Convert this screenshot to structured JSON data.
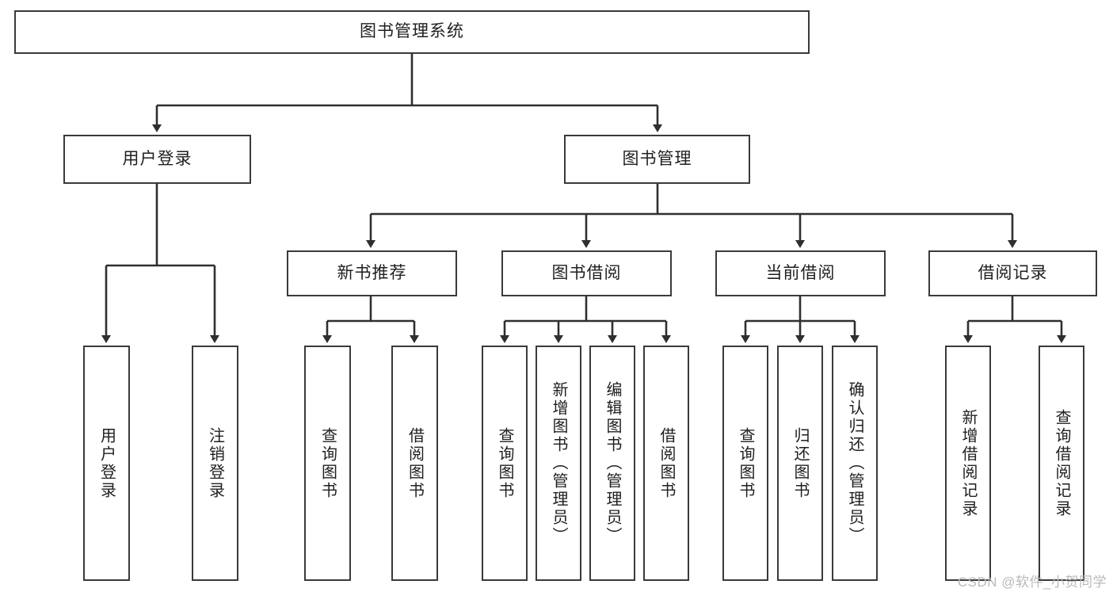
{
  "diagram": {
    "type": "tree-hierarchy-flowchart",
    "title": "图书管理系统",
    "colors": {
      "box_border": "#3a3a3a",
      "box_fill": "#ffffff",
      "connector": "#2f2f2f",
      "text": "#1f1f1f",
      "watermark": "#b9b9b9",
      "background": "#ffffff"
    },
    "nodes": {
      "root": {
        "label": "图书管理系统",
        "level": 1
      },
      "level2": [
        {
          "id": "user-login",
          "label": "用户登录"
        },
        {
          "id": "book-management",
          "label": "图书管理"
        }
      ],
      "level3": [
        {
          "id": "new-book-recommend",
          "label": "新书推荐"
        },
        {
          "id": "book-borrow",
          "label": "图书借阅"
        },
        {
          "id": "current-borrow",
          "label": "当前借阅"
        },
        {
          "id": "borrow-record",
          "label": "借阅记录"
        }
      ],
      "leaves": {
        "user-login": [
          {
            "id": "leaf-user-login",
            "label": "用户登录"
          },
          {
            "id": "leaf-logout",
            "label": "注销登录"
          }
        ],
        "new-book-recommend": [
          {
            "id": "leaf-query-book-1",
            "label": "查询图书"
          },
          {
            "id": "leaf-borrow-book-1",
            "label": "借阅图书"
          }
        ],
        "book-borrow": [
          {
            "id": "leaf-query-book-2",
            "label": "查询图书"
          },
          {
            "id": "leaf-add-book",
            "label": "新增图书（管理员）"
          },
          {
            "id": "leaf-edit-book",
            "label": "编辑图书（管理员）"
          },
          {
            "id": "leaf-borrow-book-2",
            "label": "借阅图书"
          }
        ],
        "current-borrow": [
          {
            "id": "leaf-query-book-3",
            "label": "查询图书"
          },
          {
            "id": "leaf-return-book",
            "label": "归还图书"
          },
          {
            "id": "leaf-confirm-return",
            "label": "确认归还（管理员）"
          }
        ],
        "borrow-record": [
          {
            "id": "leaf-add-record",
            "label": "新增借阅记录"
          },
          {
            "id": "leaf-query-record",
            "label": "查询借阅记录"
          }
        ]
      }
    },
    "watermark": "CSDN @软件_小贺同学"
  }
}
